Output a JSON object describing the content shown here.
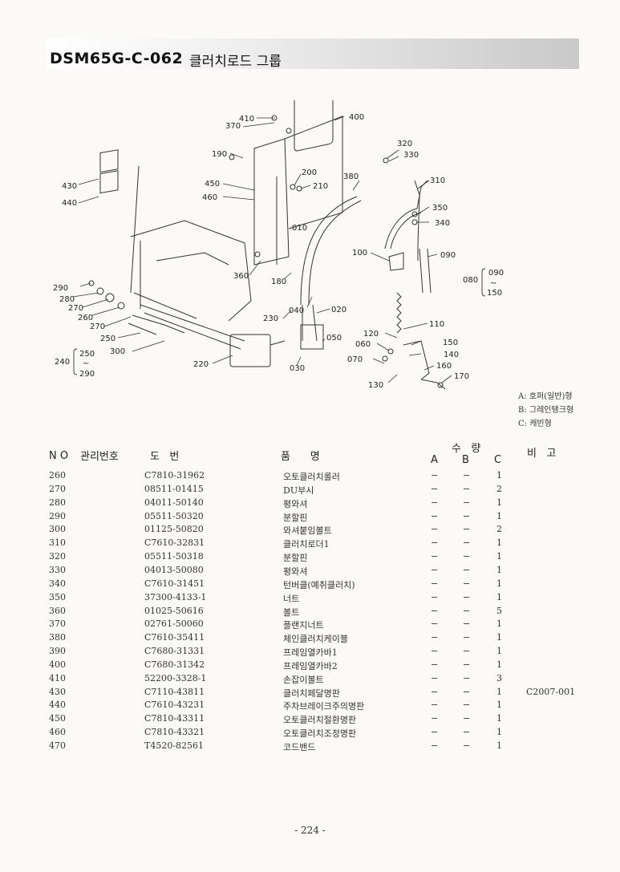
{
  "header": {
    "code": "DSM65G-C-062",
    "title": "클러치로드 그룹"
  },
  "diagram": {
    "callouts": [
      "410",
      "370",
      "400",
      "190",
      "320",
      "330",
      "450",
      "460",
      "200",
      "210",
      "380",
      "310",
      "430",
      "440",
      "350",
      "340",
      "010",
      "100",
      "090",
      "080",
      "090",
      "~",
      "150",
      "360",
      "180",
      "290",
      "280",
      "270",
      "260",
      "270",
      "250",
      "300",
      "240",
      "250",
      "~",
      "290",
      "230",
      "040",
      "020",
      "110",
      "050",
      "120",
      "060",
      "150",
      "140",
      "070",
      "160",
      "170",
      "220",
      "030",
      "130"
    ]
  },
  "legend": [
    "A: 호퍼(일반)형",
    "B: 그레인탱크형",
    "C: 캐빈형"
  ],
  "table_header": {
    "no": "N O",
    "mgmt": "관리번호",
    "drawing": "도   번",
    "part": "품      명",
    "qty": "수   량",
    "a": "A",
    "b": "B",
    "c": "C",
    "remark": "비   고"
  },
  "rows": [
    {
      "no": "260",
      "part": "C7810-31962",
      "name": "오토클러치롤러",
      "a": "−",
      "b": "−",
      "c": "1",
      "remark": ""
    },
    {
      "no": "270",
      "part": "08511-01415",
      "name": "DU부시",
      "a": "−",
      "b": "−",
      "c": "2",
      "remark": ""
    },
    {
      "no": "280",
      "part": "04011-50140",
      "name": "평와셔",
      "a": "−",
      "b": "−",
      "c": "1",
      "remark": ""
    },
    {
      "no": "290",
      "part": "05511-50320",
      "name": "분할핀",
      "a": "−",
      "b": "−",
      "c": "1",
      "remark": ""
    },
    {
      "no": "300",
      "part": "01125-50820",
      "name": "와셔붙임볼트",
      "a": "−",
      "b": "−",
      "c": "2",
      "remark": ""
    },
    {
      "no": "310",
      "part": "C7610-32831",
      "name": "클러치로더1",
      "a": "−",
      "b": "−",
      "c": "1",
      "remark": ""
    },
    {
      "no": "320",
      "part": "05511-50318",
      "name": "분할핀",
      "a": "−",
      "b": "−",
      "c": "1",
      "remark": ""
    },
    {
      "no": "330",
      "part": "04013-50080",
      "name": "평와셔",
      "a": "−",
      "b": "−",
      "c": "1",
      "remark": ""
    },
    {
      "no": "340",
      "part": "C7610-31451",
      "name": "턴버클(예취클러치)",
      "a": "−",
      "b": "−",
      "c": "1",
      "remark": ""
    },
    {
      "no": "350",
      "part": "37300-4133-1",
      "name": "너트",
      "a": "−",
      "b": "−",
      "c": "1",
      "remark": ""
    },
    {
      "no": "360",
      "part": "01025-50616",
      "name": "볼트",
      "a": "−",
      "b": "−",
      "c": "5",
      "remark": ""
    },
    {
      "no": "370",
      "part": "02761-50060",
      "name": "플랜지너트",
      "a": "−",
      "b": "−",
      "c": "1",
      "remark": ""
    },
    {
      "no": "380",
      "part": "C7610-35411",
      "name": "체인클러치케이블",
      "a": "−",
      "b": "−",
      "c": "1",
      "remark": ""
    },
    {
      "no": "390",
      "part": "C7680-31331",
      "name": "프레임열카바1",
      "a": "−",
      "b": "−",
      "c": "1",
      "remark": ""
    },
    {
      "no": "400",
      "part": "C7680-31342",
      "name": "프레임열카바2",
      "a": "−",
      "b": "−",
      "c": "1",
      "remark": ""
    },
    {
      "no": "410",
      "part": "52200-3328-1",
      "name": "손잡이볼트",
      "a": "−",
      "b": "−",
      "c": "3",
      "remark": ""
    },
    {
      "no": "430",
      "part": "C7110-43811",
      "name": "클러치페달명판",
      "a": "−",
      "b": "−",
      "c": "1",
      "remark": "C2007-001"
    },
    {
      "no": "440",
      "part": "C7610-43231",
      "name": "주차브레이크주의명판",
      "a": "−",
      "b": "−",
      "c": "1",
      "remark": ""
    },
    {
      "no": "450",
      "part": "C7810-43311",
      "name": "오토클러치절환명판",
      "a": "−",
      "b": "−",
      "c": "1",
      "remark": ""
    },
    {
      "no": "460",
      "part": "C7810-43321",
      "name": "오토클러치조정명판",
      "a": "−",
      "b": "−",
      "c": "1",
      "remark": ""
    },
    {
      "no": "470",
      "part": "T4520-82561",
      "name": "코드밴드",
      "a": "−",
      "b": "−",
      "c": "1",
      "remark": ""
    }
  ],
  "footer": {
    "page": "- 224 -"
  }
}
